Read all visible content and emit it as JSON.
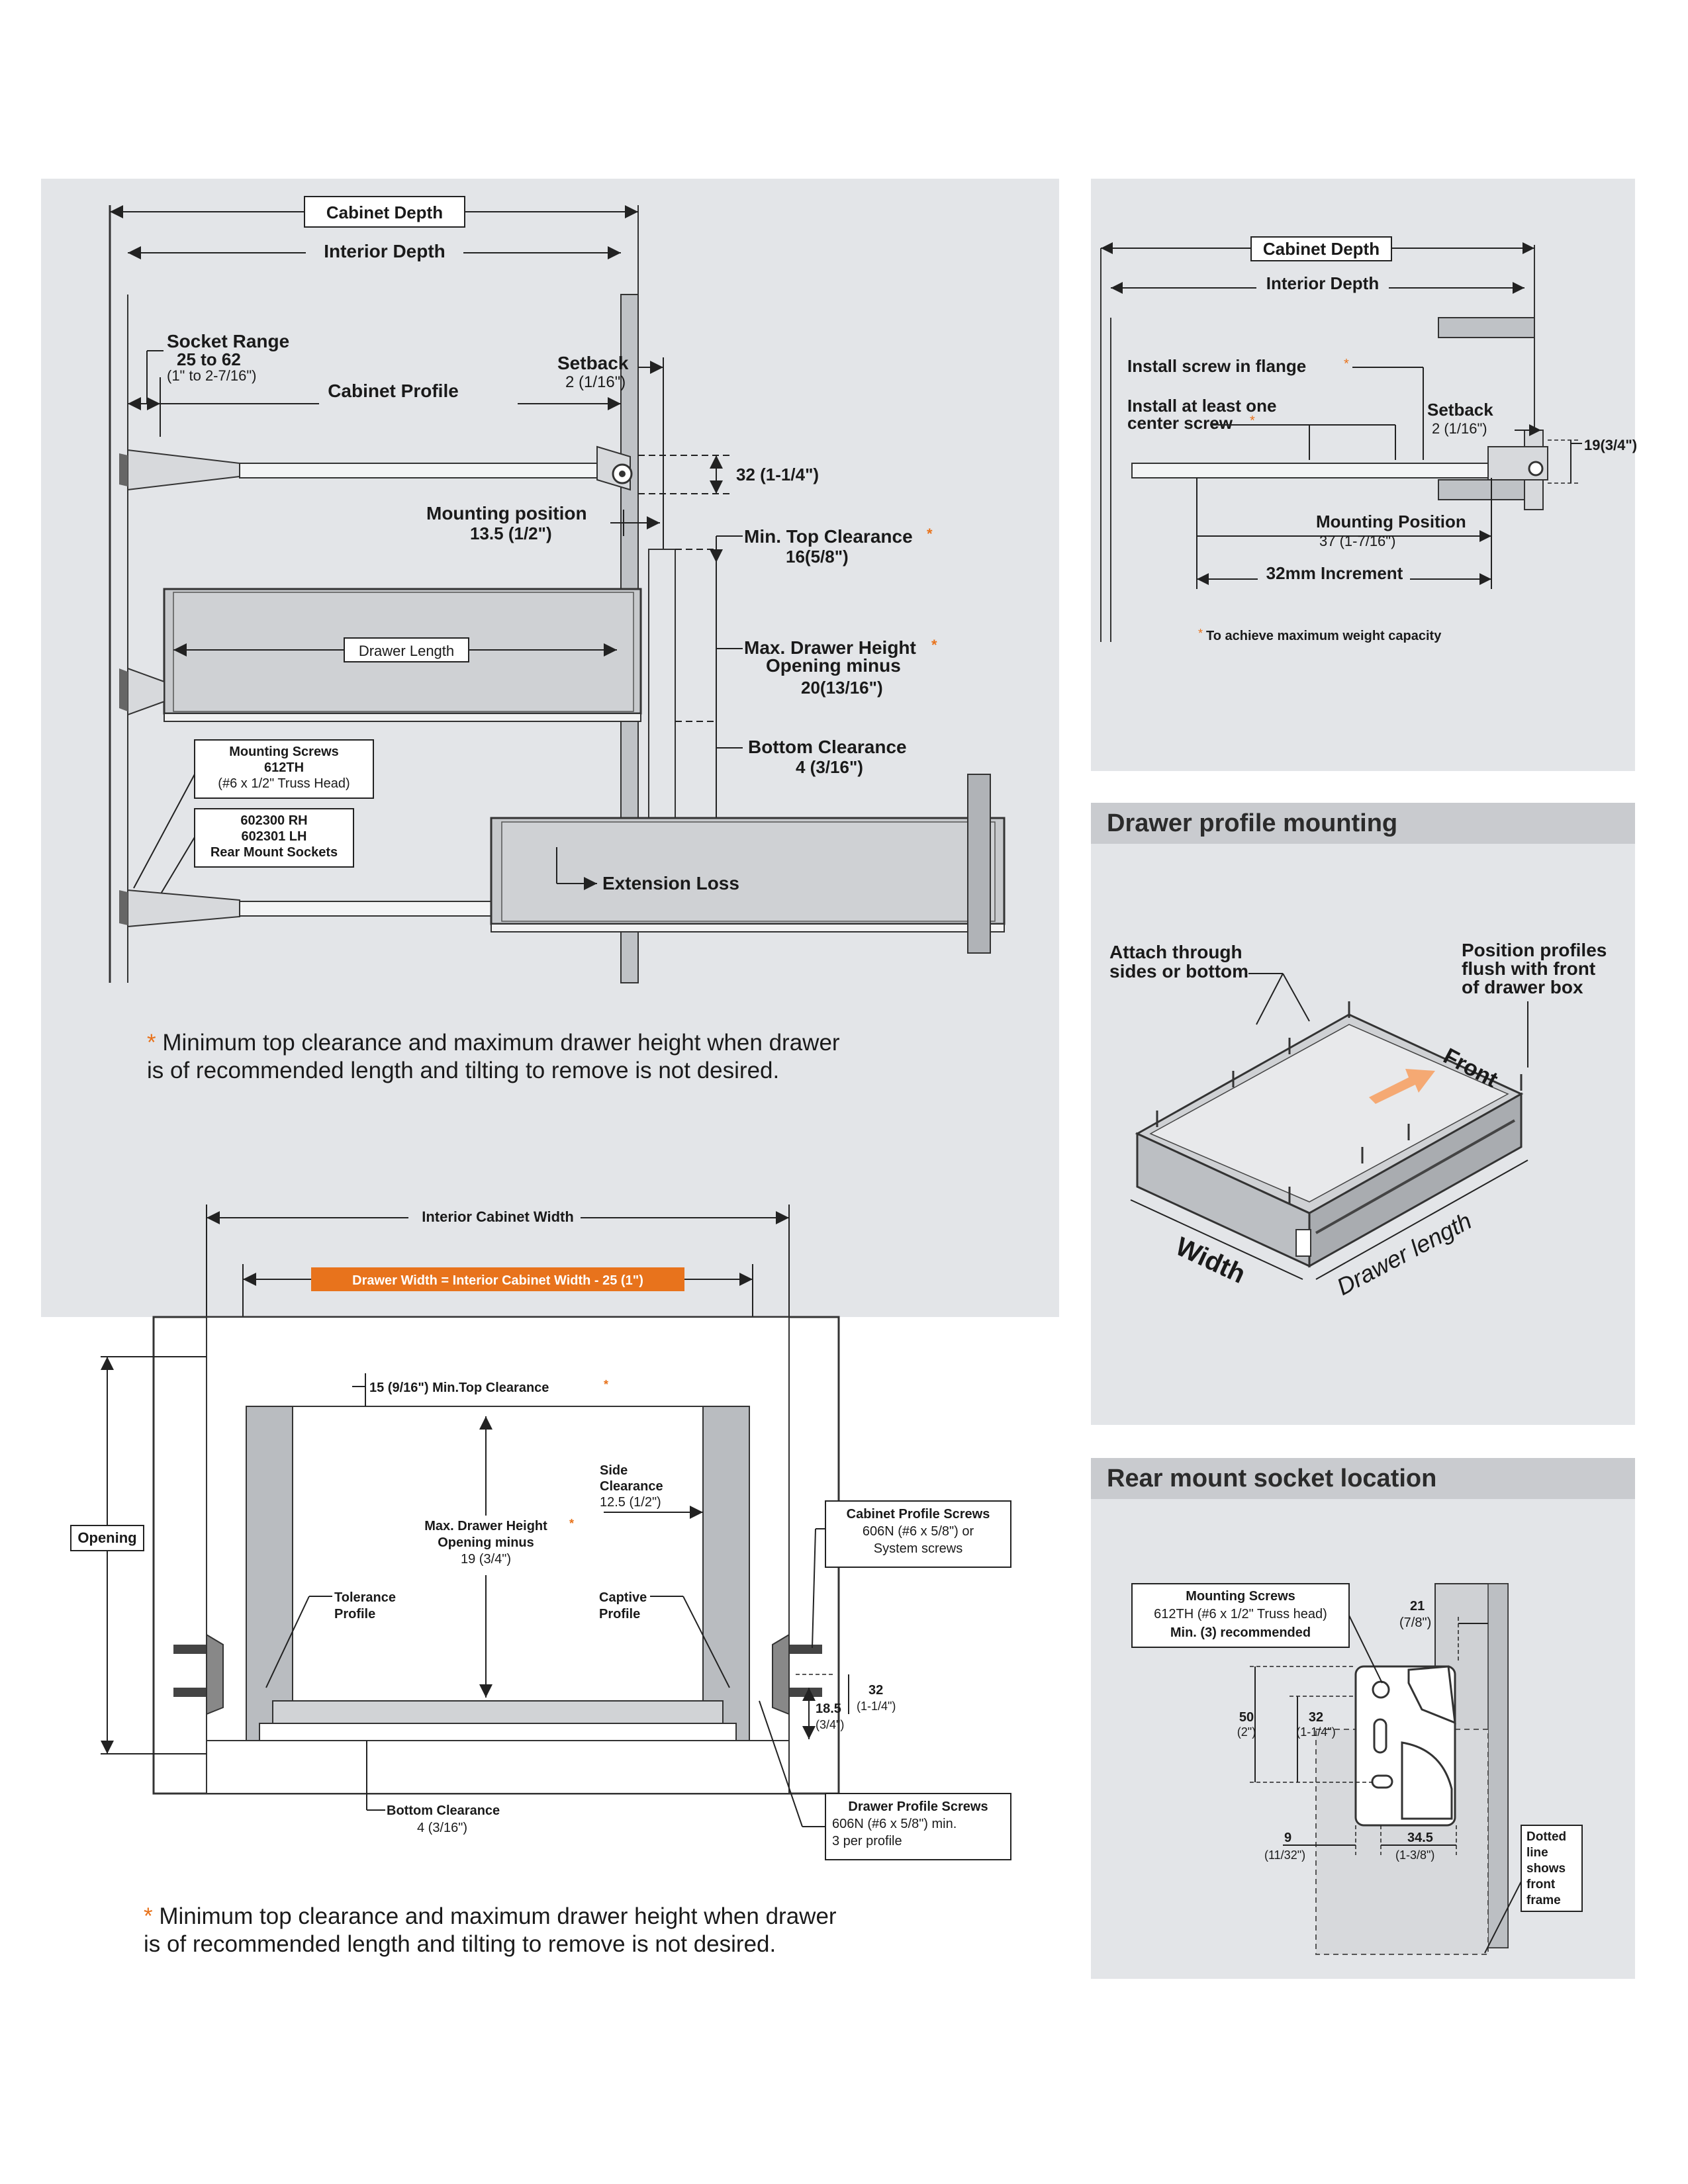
{
  "side_view": {
    "cabinet_depth": "Cabinet Depth",
    "interior_depth": "Interior Depth",
    "socket_range_title": "Socket Range",
    "socket_range_value": "25 to 62",
    "socket_range_inch": "(1\" to 2-7/16\")",
    "cabinet_profile": "Cabinet Profile",
    "setback_title": "Setback",
    "setback_value": "2 (1/16\")",
    "dim_32": "32 (1-1/4\")",
    "mounting_position_title": "Mounting position",
    "mounting_position_value": "13.5 (1/2\")",
    "min_top_clearance_title": "Min. Top Clearance",
    "min_top_clearance_value": "16(5/8\")",
    "drawer_length": "Drawer Length",
    "max_drawer_height_l1": "Max. Drawer Height",
    "max_drawer_height_l2": "Opening minus",
    "max_drawer_height_l3": "20(13/16\")",
    "bottom_clearance_title": "Bottom Clearance",
    "bottom_clearance_value": "4  (3/16\")",
    "mounting_screws_l1": "Mounting Screws",
    "mounting_screws_l2": "612TH",
    "mounting_screws_l3": "(#6 x 1/2\" Truss Head)",
    "sockets_l1": "602300 RH",
    "sockets_l2": "602301 LH",
    "sockets_l3": "Rear Mount Sockets",
    "extension_loss": "Extension Loss",
    "note_l1": " Minimum top clearance and maximum drawer height when drawer",
    "note_l2": "is of recommended length and tilting to remove is not desired."
  },
  "front_view": {
    "interior_cabinet_width": "Interior Cabinet Width",
    "drawer_width_formula": "Drawer Width = Interior Cabinet Width - 25 (1\")",
    "top_clearance": "15 (9/16\") Min.Top Clearance",
    "opening": "Opening",
    "max_drawer_height_l1": "Max. Drawer Height",
    "max_drawer_height_l2": "Opening minus",
    "max_drawer_height_l3": "19  (3/4\")",
    "side_clearance_l1": "Side",
    "side_clearance_l2": "Clearance",
    "side_clearance_l3": "12.5  (1/2\")",
    "cabinet_profile_screws_l1": "Cabinet Profile Screws",
    "cabinet_profile_screws_l2": "606N (#6 x 5/8\") or",
    "cabinet_profile_screws_l3": "System screws",
    "tolerance_profile_l1": "Tolerance",
    "tolerance_profile_l2": "Profile",
    "captive_profile_l1": "Captive",
    "captive_profile_l2": "Profile",
    "dim_18_5_l1": "18.5",
    "dim_18_5_l2": "(3/4\")",
    "dim_32_l1": "32",
    "dim_32_l2": "(1-1/4\")",
    "bottom_clearance_l1": "Bottom Clearance",
    "bottom_clearance_l2": "4  (3/16\")",
    "drawer_profile_screws_l1": "Drawer Profile Screws",
    "drawer_profile_screws_l2": "606N (#6 x 5/8\") min.",
    "drawer_profile_screws_l3": "3 per profile",
    "note_l1": " Minimum top clearance and maximum drawer height when drawer",
    "note_l2": "is of recommended length and tilting to remove is not desired."
  },
  "face_frame_view": {
    "cabinet_depth": "Cabinet Depth",
    "interior_depth": "Interior Depth",
    "install_screw_flange": "Install screw in flange",
    "install_center_l1": "Install at least one",
    "install_center_l2": "center screw",
    "setback_title": "Setback",
    "setback_value": "2 (1/16\")",
    "dim_19": "19(3/4\")",
    "mounting_position_title": "Mounting Position",
    "mounting_position_value": "37 (1-7/16\")",
    "increment": "32mm  Increment",
    "max_weight_note": "To achieve maximum weight capacity"
  },
  "drawer_profile_mounting": {
    "title": "Drawer profile mounting",
    "attach_l1": "Attach through",
    "attach_l2": "sides or bottom",
    "position_l1": "Position profiles",
    "position_l2": "flush with front",
    "position_l3": "of drawer box",
    "front": "Front",
    "width": "Width",
    "drawer_length": "Drawer length"
  },
  "rear_mount_socket": {
    "title": "Rear mount socket location",
    "screws_l1": "Mounting Screws",
    "screws_l2": "612TH (#6 x 1/2\" Truss head)",
    "screws_l3": "Min. (3) recommended",
    "dim_21_l1": "21",
    "dim_21_l2": "(7/8\")",
    "dim_50_l1": "50",
    "dim_50_l2": "(2\")",
    "dim_32_l1": "32",
    "dim_32_l2": "(1-1/4\")",
    "dim_9_l1": "9",
    "dim_9_l2": "(11/32\")",
    "dim_34_l1": "34.5",
    "dim_34_l2": "(1-3/8\")",
    "dotted_l1": "Dotted",
    "dotted_l2": "line",
    "dotted_l3": "shows",
    "dotted_l4": "front",
    "dotted_l5": "frame"
  }
}
